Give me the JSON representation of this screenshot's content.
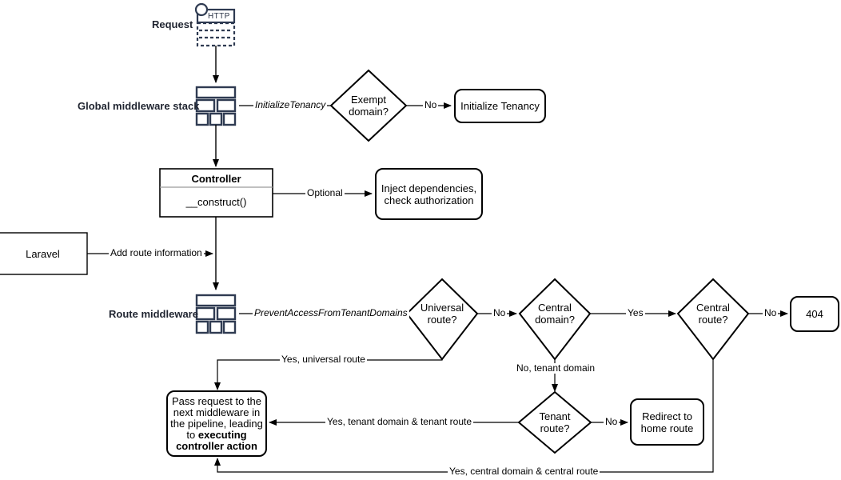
{
  "diagram": {
    "title": "Laravel multi-tenancy request lifecycle flowchart",
    "colors": {
      "stroke": "#000000",
      "icon": "#2f3b52",
      "background": "#ffffff",
      "text": "#000000"
    }
  },
  "side_labels": {
    "request": "Request",
    "global_middleware_stack": "Global middleware stack",
    "route_middleware": "Route middleware"
  },
  "icons": {
    "http_label": "HTTP",
    "http_icon_name": "http-request-icon",
    "global_stack_icon_name": "middleware-stack-icon",
    "route_stack_icon_name": "middleware-stack-icon"
  },
  "nodes": {
    "exempt_domain": "Exempt\ndomain?",
    "exempt_domain_line1": "Exempt",
    "exempt_domain_line2": "domain?",
    "initialize_tenancy": "Initialize Tenancy",
    "controller_title": "Controller",
    "controller_method": "__construct()",
    "inject_dependencies_line1": "Inject dependencies,",
    "inject_dependencies_line2": "check authorization",
    "laravel": "Laravel",
    "universal_route_line1": "Universal",
    "universal_route_line2": "route?",
    "central_domain_line1": "Central",
    "central_domain_line2": "domain?",
    "central_route_line1": "Central",
    "central_route_line2": "route?",
    "not_found": "404",
    "tenant_route_line1": "Tenant",
    "tenant_route_line2": "route?",
    "redirect_home_line1": "Redirect to",
    "redirect_home_line2": "home route",
    "pass_request_l1": "Pass request to the",
    "pass_request_l2": "next middleware in",
    "pass_request_l3": "the pipeline, leading",
    "pass_request_l4": "to ",
    "pass_request_l4b": "executing",
    "pass_request_l5b": "controller action"
  },
  "edges": {
    "initialize_tenancy_mw": "InitializeTenancy",
    "exempt_no": "No",
    "optional": "Optional",
    "add_route_information": "Add route information",
    "prevent_access_mw": "PreventAccessFromTenantDomains",
    "universal_no": "No",
    "central_domain_yes": "Yes",
    "central_route_no": "No",
    "yes_universal_route": "Yes, universal route",
    "no_tenant_domain": "No, tenant domain",
    "tenant_route_no": "No",
    "yes_tenant_domain_tenant_route": "Yes, tenant domain & tenant route",
    "yes_central_domain_central_route": "Yes, central domain & central route"
  }
}
